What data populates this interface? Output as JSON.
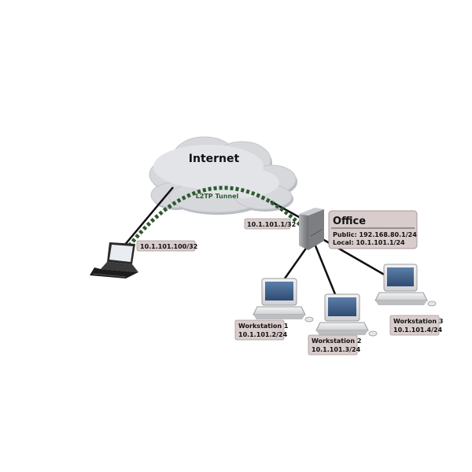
{
  "cloud": {
    "title": "Internet",
    "tunnel_label": "L2TP Tunnel"
  },
  "laptop": {
    "ip": "10.1.101.100/32"
  },
  "router": {
    "ip": "10.1.101.1/32"
  },
  "office": {
    "title": "Office",
    "public": "Public: 192.168.80.1/24",
    "local": "Local: 10.1.101.1/24"
  },
  "workstations": [
    {
      "name": "Workstation 1",
      "ip": "10.1.101.2/24"
    },
    {
      "name": "Workstation 2",
      "ip": "10.1.101.3/24"
    },
    {
      "name": "Workstation 3",
      "ip": "10.1.101.4/24"
    }
  ],
  "colors": {
    "cloud_fill": "#d6d8dc",
    "cloud_shadow": "#b9bcc2",
    "tunnel": "#2f5a2f",
    "tunnel_text": "#2a5a2a",
    "label_bg": "#d8cccc",
    "label_border": "#a89a9a",
    "router_body": "#8d8f93"
  }
}
